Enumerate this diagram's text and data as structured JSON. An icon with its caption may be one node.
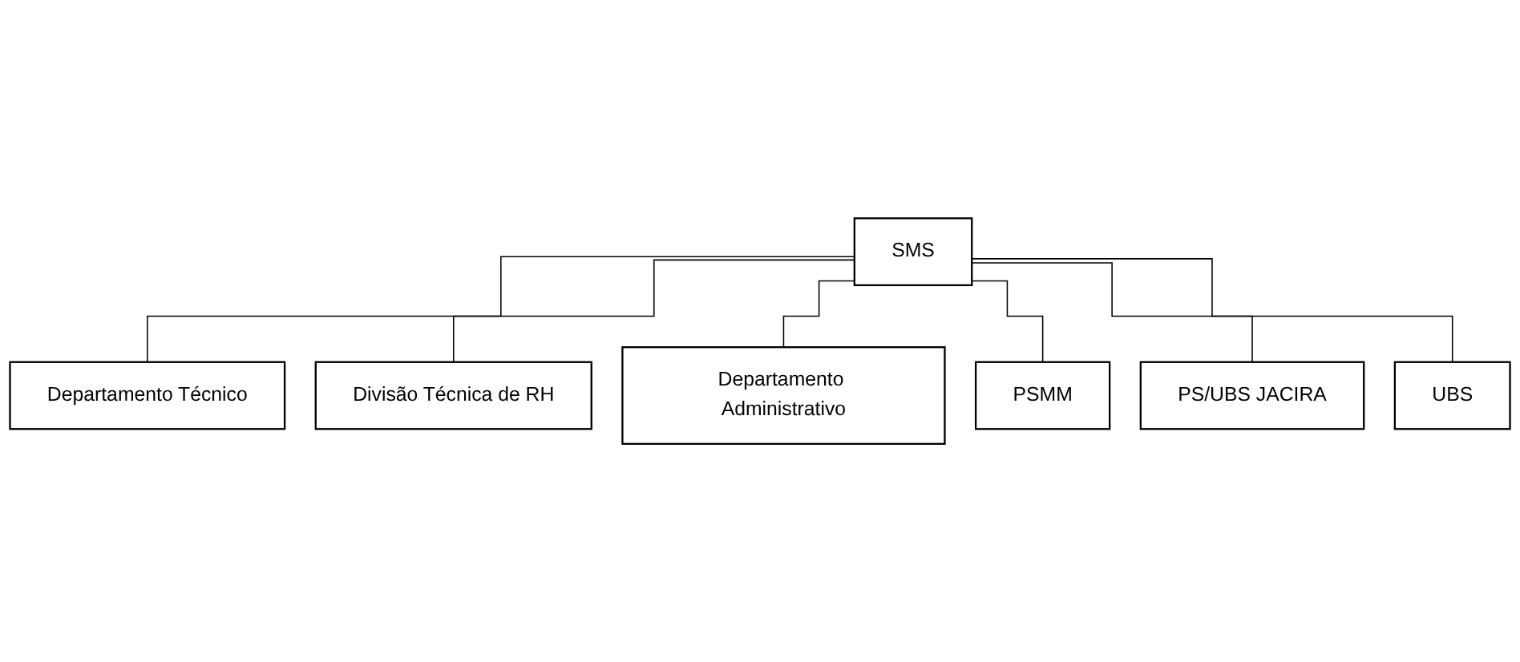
{
  "diagram": {
    "nodes": [
      {
        "text": [
          "SMS"
        ]
      },
      {
        "text": [
          "Departamento Técnico"
        ]
      },
      {
        "text": [
          "Divisão Técnica de RH"
        ]
      },
      {
        "text": [
          "Departamento Administrativo"
        ]
      },
      {
        "text": [
          "PSMM"
        ]
      },
      {
        "text": [
          "PS/UBS JACIRA"
        ]
      },
      {
        "text": [
          "UBS"
        ]
      }
    ],
    "edges": [
      {
        "from": 0,
        "to": 1,
        "arrow": "none"
      },
      {
        "from": 0,
        "to": 2,
        "arrow": "none"
      },
      {
        "from": 0,
        "to": 3,
        "arrow": "none"
      },
      {
        "from": 0,
        "to": 4,
        "arrow": "none"
      },
      {
        "from": 0,
        "to": 5,
        "arrow": "none"
      },
      {
        "from": 0,
        "to": 6,
        "arrow": "none"
      }
    ]
  }
}
